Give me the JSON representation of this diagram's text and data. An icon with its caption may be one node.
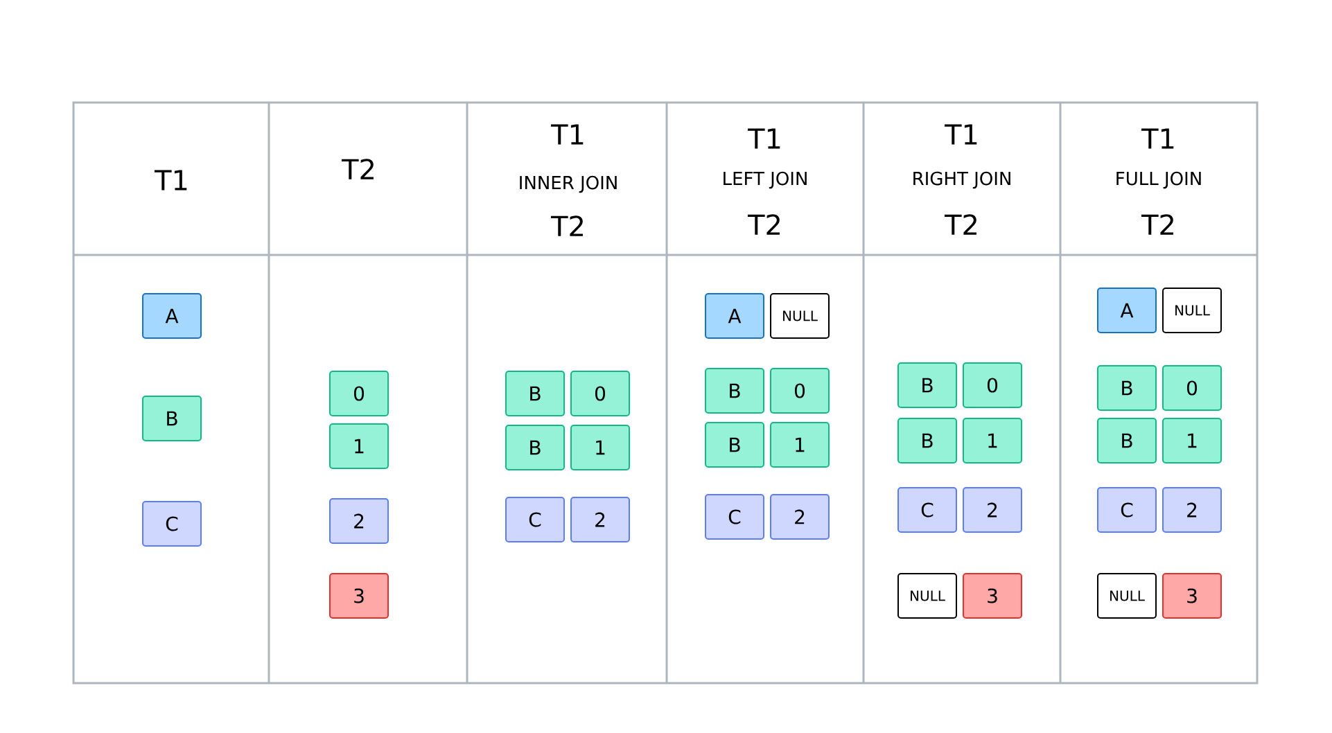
{
  "diagram": {
    "nodes": [
      {
        "text": [
          "A"
        ]
      },
      {
        "text": [
          "B"
        ]
      },
      {
        "text": [
          "C"
        ]
      },
      {
        "text": [
          "0"
        ]
      },
      {
        "text": [
          "1"
        ]
      },
      {
        "text": [
          "2"
        ]
      },
      {
        "text": [
          "3"
        ]
      },
      {
        "text": [
          "B"
        ]
      },
      {
        "text": [
          "0"
        ]
      },
      {
        "text": [
          "B"
        ]
      },
      {
        "text": [
          "1"
        ]
      },
      {
        "text": [
          "C"
        ]
      },
      {
        "text": [
          "2"
        ]
      },
      {
        "text": [
          "A"
        ]
      },
      {
        "text": [
          "NULL"
        ]
      },
      {
        "text": [
          "B"
        ]
      },
      {
        "text": [
          "0"
        ]
      },
      {
        "text": [
          "B"
        ]
      },
      {
        "text": [
          "1"
        ]
      },
      {
        "text": [
          "C"
        ]
      },
      {
        "text": [
          "2"
        ]
      },
      {
        "text": [
          "B"
        ]
      },
      {
        "text": [
          "0"
        ]
      },
      {
        "text": [
          "B"
        ]
      },
      {
        "text": [
          "1"
        ]
      },
      {
        "text": [
          "C"
        ]
      },
      {
        "text": [
          "2"
        ]
      },
      {
        "text": [
          "NULL"
        ]
      },
      {
        "text": [
          "3"
        ]
      },
      {
        "text": [
          "A"
        ]
      },
      {
        "text": [
          "NULL"
        ]
      },
      {
        "text": [
          "B"
        ]
      },
      {
        "text": [
          "0"
        ]
      },
      {
        "text": [
          "B"
        ]
      },
      {
        "text": [
          "1"
        ]
      },
      {
        "text": [
          "C"
        ]
      },
      {
        "text": [
          "2"
        ]
      },
      {
        "text": [
          "NULL"
        ]
      },
      {
        "text": [
          "3"
        ]
      }
    ],
    "labels": [
      "T1",
      "T2",
      "T1",
      "INNER JOIN",
      "T2",
      "T1",
      "LEFT JOIN",
      "T2",
      "T1",
      "RIGHT JOIN",
      "T2",
      "T1",
      "FULL JOIN",
      "T2"
    ]
  }
}
